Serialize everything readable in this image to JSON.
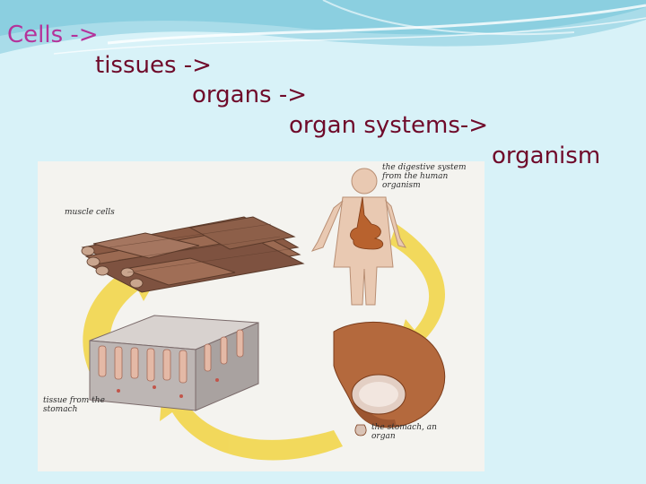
{
  "slide": {
    "hierarchy": [
      "Cells ->",
      "tissues ->",
      "organs ->",
      "organ systems->",
      "organism"
    ]
  },
  "figure": {
    "labels": {
      "muscle_cells": "muscle cells",
      "tissue": "tissue from the stomach",
      "stomach": "the stomach, an organ",
      "digestive": "the digestive system from the human organism"
    }
  },
  "colors": {
    "title_accent": "#b5329a",
    "title_text": "#6f0a2a",
    "background": "#d8f2f8",
    "arrow_yellow": "#f2d64b"
  }
}
